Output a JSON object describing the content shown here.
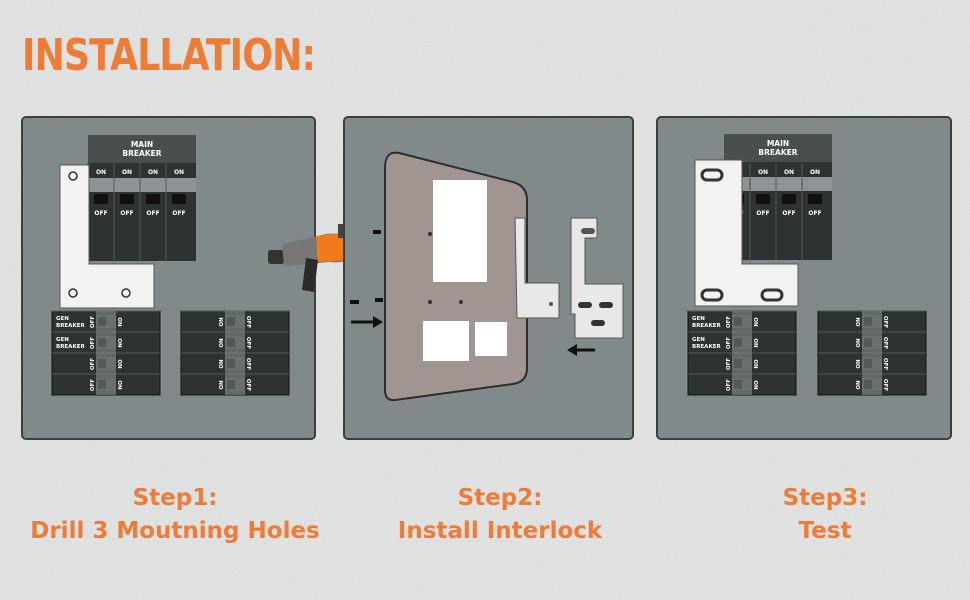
{
  "title": "INSTALLATION:",
  "panel_labels": {
    "main_breaker_line1": "MAIN",
    "main_breaker_line2": "BREAKER",
    "gen_line1": "GEN",
    "gen_line2": "BREAKER",
    "on": "ON",
    "off": "OFF"
  },
  "steps": [
    {
      "heading": "Step1:",
      "text": "Drill 3 Moutning Holes"
    },
    {
      "heading": "Step2:",
      "text": "Install Interlock"
    },
    {
      "heading": "Step3:",
      "text": "Test"
    }
  ],
  "colors": {
    "accent": "#ee7c37",
    "panel": "#818a8b",
    "breaker": "#2f3233"
  }
}
